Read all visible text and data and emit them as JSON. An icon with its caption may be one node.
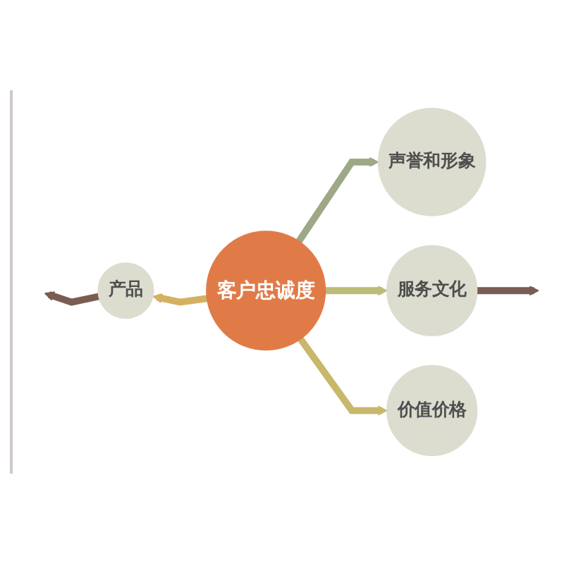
{
  "diagram": {
    "nodes": [
      {
        "text": [
          "声誉和形象"
        ]
      },
      {
        "text": [
          "产品"
        ]
      },
      {
        "text": [
          "客户忠诚度"
        ]
      },
      {
        "text": [
          "服务文化"
        ]
      },
      {
        "text": [
          "价值价格"
        ]
      }
    ],
    "edges": [
      {
        "from": 2,
        "to": 0,
        "arrow": "to",
        "color": "#9ea886"
      },
      {
        "from": 2,
        "to": 1,
        "arrow": "to",
        "color": "#d4b062"
      },
      {
        "from": 2,
        "to": 3,
        "arrow": "to",
        "color": "#bcbb78"
      },
      {
        "from": 2,
        "to": 4,
        "arrow": "to",
        "color": "#c8b86c"
      },
      {
        "from": 1,
        "to": null,
        "arrow": "to",
        "color": "#7a5c53"
      },
      {
        "from": 3,
        "to": null,
        "arrow": "to",
        "color": "#7a5c53"
      }
    ]
  }
}
